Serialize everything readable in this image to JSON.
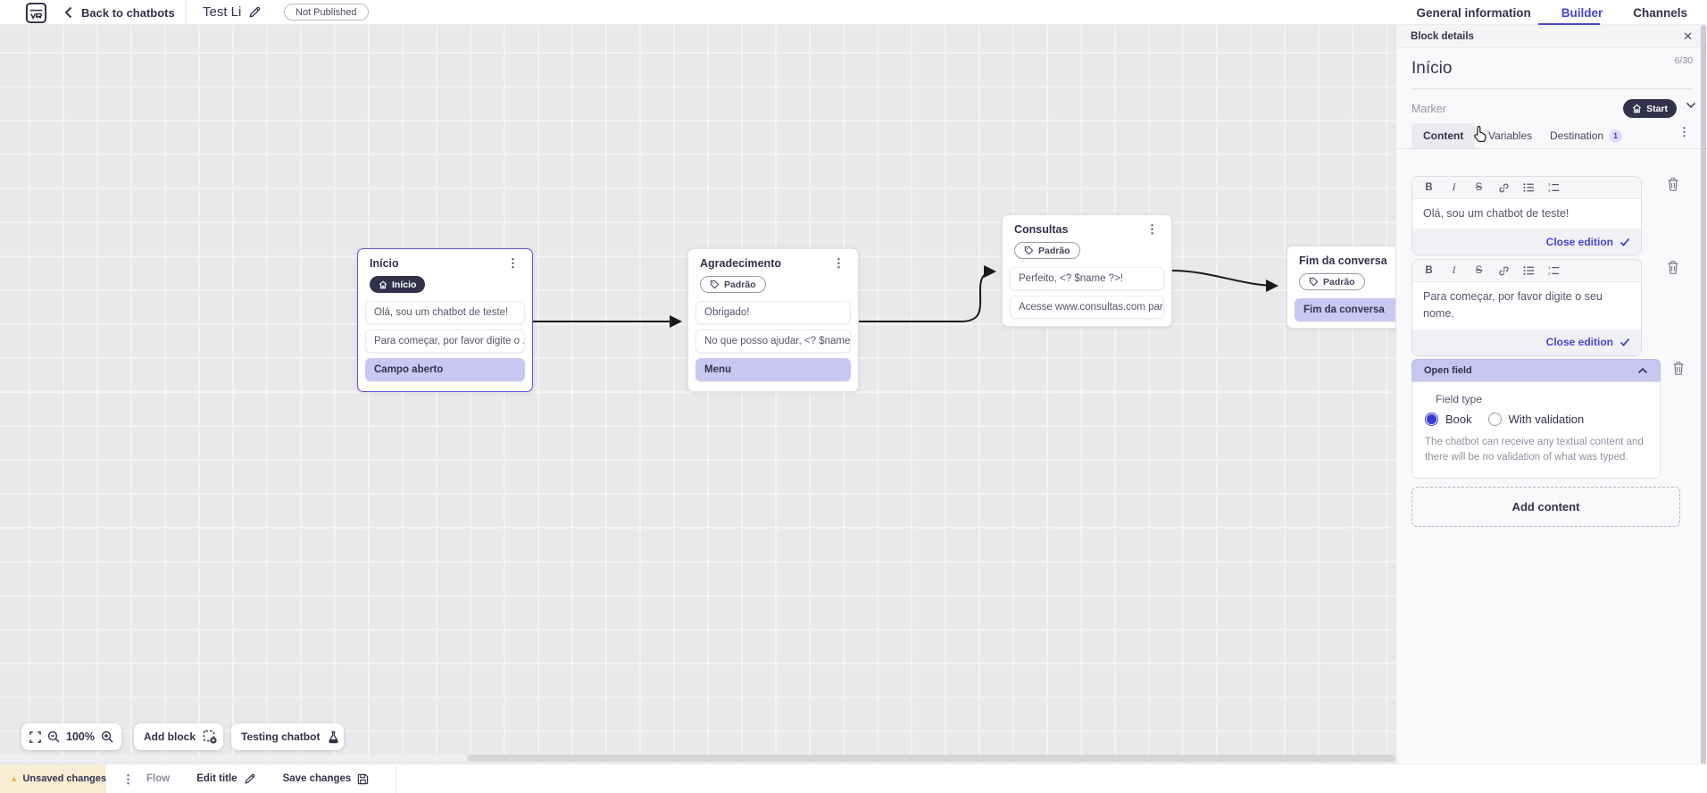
{
  "topbar": {
    "back_label": "Back to chatbots",
    "title": "Test Li",
    "status_badge": "Not Published",
    "tabs": [
      {
        "label": "General information",
        "active": false
      },
      {
        "label": "Builder",
        "active": true
      },
      {
        "label": "Channels",
        "active": false
      }
    ]
  },
  "canvas": {
    "blocks": [
      {
        "title": "Início",
        "badge": {
          "label": "Início",
          "icon": "home",
          "style": "dark"
        },
        "items": [
          {
            "type": "message",
            "text": "Olá, sou um chatbot de teste!"
          },
          {
            "type": "message",
            "text": "Para começar, por favor digite o ..."
          },
          {
            "type": "action",
            "text": "Campo aberto"
          }
        ]
      },
      {
        "title": "Agradecimento",
        "badge": {
          "label": "Padrão",
          "icon": "tag",
          "style": "outline"
        },
        "items": [
          {
            "type": "message",
            "text": "Obrigado!"
          },
          {
            "type": "message",
            "text": "No que posso ajudar, <? $name ..."
          },
          {
            "type": "action",
            "text": "Menu"
          }
        ]
      },
      {
        "title": "Consultas",
        "badge": {
          "label": "Padrão",
          "icon": "tag",
          "style": "outline"
        },
        "items": [
          {
            "type": "message",
            "text": "Perfeito, <? $name ?>!"
          },
          {
            "type": "message",
            "text": "Acesse www.consultas.com par..."
          }
        ]
      },
      {
        "title": "Fim da conversa",
        "badge": {
          "label": "Padrão",
          "icon": "tag",
          "style": "outline"
        },
        "items": [
          {
            "type": "action",
            "text": "Fim da conversa"
          }
        ]
      }
    ]
  },
  "controls": {
    "zoom_level": "100%",
    "add_block_label": "Add block",
    "testing_label": "Testing chatbot"
  },
  "panel": {
    "header": "Block details",
    "close_icon": "✕",
    "block_name": "Início",
    "name_counter": "6/30",
    "marker_label": "Marker",
    "marker_value": "Start",
    "tabs": [
      {
        "label": "Content",
        "active": true
      },
      {
        "label": "Variables",
        "active": false
      },
      {
        "label": "Destination",
        "badge": "1",
        "active": false
      }
    ],
    "editors": [
      {
        "text": "Olá, sou um chatbot de teste!",
        "action_label": "Close edition"
      },
      {
        "text": "Para começar, por favor digite o seu nome.",
        "action_label": "Close edition"
      }
    ],
    "open_field": {
      "title": "Open field",
      "field_type_label": "Field type",
      "options": [
        {
          "label": "Book",
          "selected": true
        },
        {
          "label": "With validation",
          "selected": false
        }
      ],
      "help_text": "The chatbot can receive any textual content and there will be no validation of what was typed."
    },
    "add_content_label": "Add content"
  },
  "statusbar": {
    "unsaved_label": "Unsaved changes",
    "flow_label": "Flow",
    "edit_title_label": "Edit title",
    "save_label": "Save changes"
  },
  "icons": {
    "kebab": "⋮",
    "close": "✕"
  },
  "colors": {
    "accent": "#4645cf",
    "dark_navy": "#32324b",
    "lavender": "#c7c9f2",
    "canvas_bg": "#e9e8ea",
    "unsaved_bg": "#f8ecd3",
    "warning": "#e5a72b"
  }
}
